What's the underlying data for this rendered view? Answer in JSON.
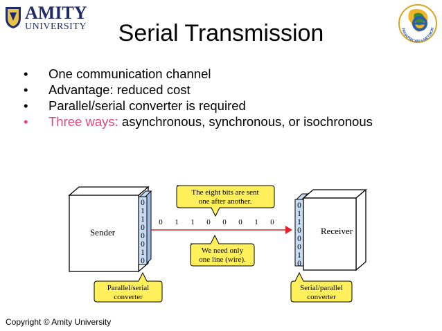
{
  "header": {
    "logo_word": "AMITY",
    "logo_sub": "UNIVERSITY",
    "title": "Serial Transmission",
    "emblem_text": "PANAFRICAN e-NETWORK"
  },
  "bullets": [
    {
      "text": "One communication channel"
    },
    {
      "text": "Advantage: reduced cost"
    },
    {
      "text": "Parallel/serial converter is required"
    },
    {
      "highlight": "Three ways:",
      "text": " asynchronous, synchronous, or isochronous"
    }
  ],
  "diagram": {
    "sender_label": "Sender",
    "receiver_label": "Receiver",
    "converter_bits": [
      "0",
      "1",
      "1",
      "0",
      "0",
      "0",
      "1",
      "0"
    ],
    "line_bits": [
      "0",
      "1",
      "1",
      "0",
      "0",
      "0",
      "1",
      "0"
    ],
    "callout_top": [
      "The eight bits are sent",
      "one after another."
    ],
    "callout_bottom": [
      "We need only",
      "one line (wire)."
    ],
    "left_converter": [
      "Parallel/serial",
      "converter"
    ],
    "right_converter": [
      "Serial/parallel",
      "converter"
    ]
  },
  "footer": {
    "copyright": "Copyright © Amity University"
  },
  "colors": {
    "title_blue": "#1f2a6b",
    "highlight_pink": "#e0457b",
    "converter_blue": "#c7dbf2",
    "callout_yellow": "#ffef5a",
    "arrow_red": "#e8202a"
  }
}
